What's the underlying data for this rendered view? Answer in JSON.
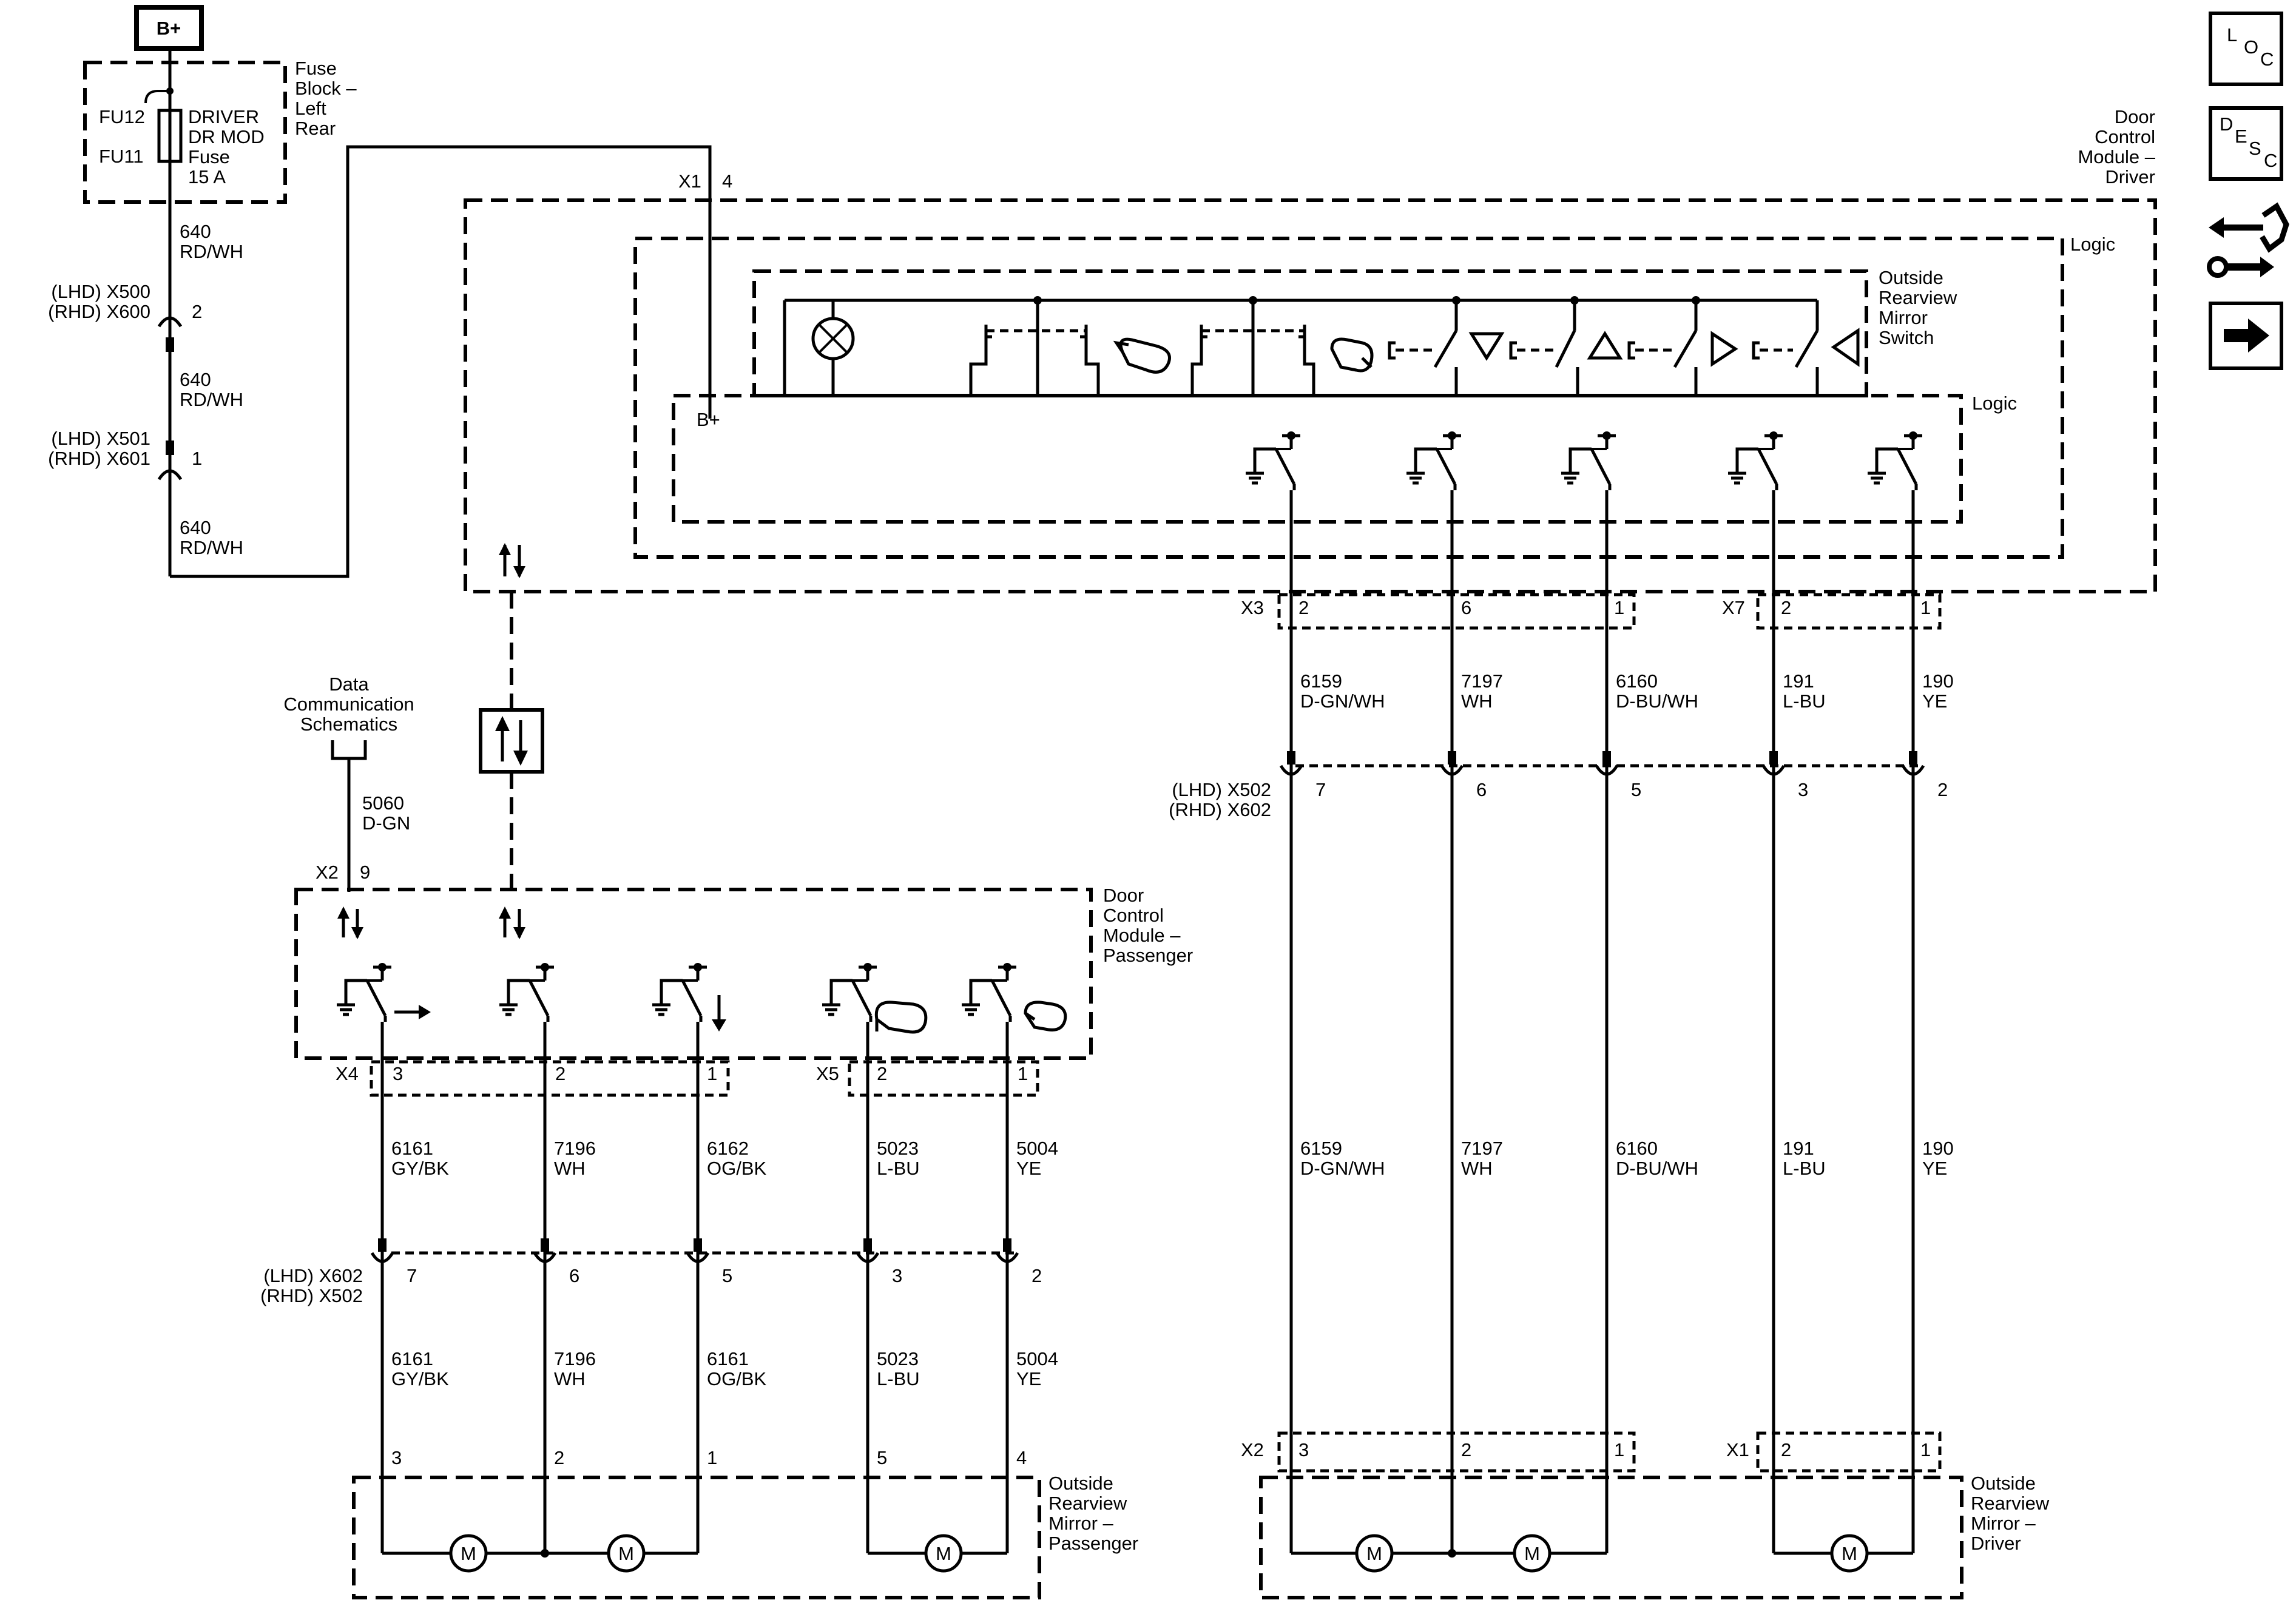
{
  "power": {
    "bplus": "B+",
    "bplus_internal": "B+"
  },
  "fuse_block": {
    "label": [
      "Fuse",
      "Block –",
      "Left",
      "Rear"
    ],
    "fu12": "FU12",
    "fu11": "FU11",
    "fuse_name": [
      "DRIVER",
      "DR MOD",
      "Fuse",
      "15 A"
    ]
  },
  "feed_wires": [
    {
      "circuit": "640",
      "color": "RD/WH"
    },
    {
      "circuit": "640",
      "color": "RD/WH"
    },
    {
      "circuit": "640",
      "color": "RD/WH"
    }
  ],
  "feed_connectors": [
    {
      "lhd": "(LHD) X500",
      "rhd": "(RHD) X600",
      "pin": "2"
    },
    {
      "lhd": "(LHD) X501",
      "rhd": "(RHD) X601",
      "pin": "1"
    }
  ],
  "dcm_driver": {
    "label": [
      "Door",
      "Control",
      "Module –",
      "Driver"
    ],
    "x1": "X1",
    "x1_pin": "4",
    "logic_outer": "Logic",
    "logic_inner": "Logic",
    "mirror_switch_label": [
      "Outside",
      "Rearview",
      "Mirror",
      "Switch"
    ],
    "x3": "X3",
    "x3_pins": [
      "2",
      "6",
      "1"
    ],
    "x7": "X7",
    "x7_pins": [
      "2",
      "1"
    ]
  },
  "driver_upper_wires": [
    {
      "circuit": "6159",
      "color": "D-GN/WH"
    },
    {
      "circuit": "7197",
      "color": "WH"
    },
    {
      "circuit": "6160",
      "color": "D-BU/WH"
    },
    {
      "circuit": "191",
      "color": "L-BU"
    },
    {
      "circuit": "190",
      "color": "YE"
    }
  ],
  "driver_inline": {
    "lhd": "(LHD) X502",
    "rhd": "(RHD) X602",
    "pins": [
      "7",
      "6",
      "5",
      "3",
      "2"
    ]
  },
  "driver_lower_wires": [
    {
      "circuit": "6159",
      "color": "D-GN/WH"
    },
    {
      "circuit": "7197",
      "color": "WH"
    },
    {
      "circuit": "6160",
      "color": "D-BU/WH"
    },
    {
      "circuit": "191",
      "color": "L-BU"
    },
    {
      "circuit": "190",
      "color": "YE"
    }
  ],
  "mirror_driver": {
    "label": [
      "Outside",
      "Rearview",
      "Mirror –",
      "Driver"
    ],
    "x2": "X2",
    "x2_pins": [
      "3",
      "2",
      "1"
    ],
    "x1": "X1",
    "x1_pins": [
      "2",
      "1"
    ],
    "motor": "M"
  },
  "data_comm": {
    "label": [
      "Data",
      "Communication",
      "Schematics"
    ],
    "circuit": "5060",
    "color": "D-GN",
    "x2": "X2",
    "pin": "9"
  },
  "dcm_passenger": {
    "label": [
      "Door",
      "Control",
      "Module –",
      "Passenger"
    ],
    "x4": "X4",
    "x4_pins": [
      "3",
      "2",
      "1"
    ],
    "x5": "X5",
    "x5_pins": [
      "2",
      "1"
    ]
  },
  "pass_upper_wires": [
    {
      "circuit": "6161",
      "color": "GY/BK"
    },
    {
      "circuit": "7196",
      "color": "WH"
    },
    {
      "circuit": "6162",
      "color": "OG/BK"
    },
    {
      "circuit": "5023",
      "color": "L-BU"
    },
    {
      "circuit": "5004",
      "color": "YE"
    }
  ],
  "pass_inline": {
    "lhd": "(LHD) X602",
    "rhd": "(RHD) X502",
    "pins": [
      "7",
      "6",
      "5",
      "3",
      "2"
    ]
  },
  "pass_lower_wires": [
    {
      "circuit": "6161",
      "color": "GY/BK"
    },
    {
      "circuit": "7196",
      "color": "WH"
    },
    {
      "circuit": "6161",
      "color": "OG/BK"
    },
    {
      "circuit": "5023",
      "color": "L-BU"
    },
    {
      "circuit": "5004",
      "color": "YE"
    }
  ],
  "mirror_passenger": {
    "label": [
      "Outside",
      "Rearview",
      "Mirror –",
      "Passenger"
    ],
    "pins": [
      "3",
      "2",
      "1",
      "5",
      "4"
    ],
    "motor": "M"
  },
  "nav": {
    "loc": [
      "L",
      "O",
      "C"
    ],
    "desc": [
      "D",
      "E",
      "S",
      "C"
    ]
  }
}
